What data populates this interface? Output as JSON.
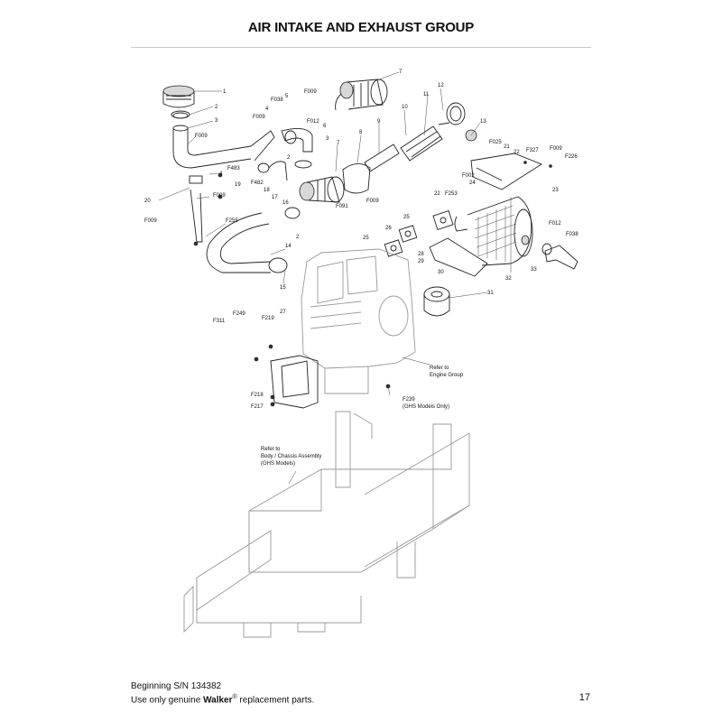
{
  "page": {
    "title": "AIR INTAKE AND EXHAUST GROUP",
    "footer_line1": "Beginning S/N 134382",
    "footer_line2_prefix": "Use only genuine ",
    "footer_brand": "Walker",
    "footer_reg": "®",
    "footer_line2_suffix": " replacement parts.",
    "page_number": "17"
  },
  "callouts": {
    "c1": "1",
    "c2a": "2",
    "c3a": "3",
    "cF009a": "F009",
    "c4a": "4",
    "cF483": "F483",
    "c19": "19",
    "c20": "20",
    "cF009b": "F009",
    "cF009c": "F009",
    "cF255": "F255",
    "cF038a": "F038",
    "c5": "5",
    "cF009d": "F009",
    "c4b": "4",
    "cF009e": "F009",
    "cF012a": "F012",
    "c6": "6",
    "c3b": "3",
    "c2b": "2",
    "cF482": "F482",
    "c18": "18",
    "c17": "17",
    "c16": "16",
    "c7a": "7",
    "c7b": "7",
    "c8": "8",
    "cF091": "F091",
    "cF009f": "F009",
    "c9": "9",
    "c10": "10",
    "c11": "11",
    "c12": "12",
    "c13": "13",
    "cF025": "F025",
    "c21": "21",
    "c22a": "22",
    "cF327": "F327",
    "cF009g": "F009",
    "cF226": "F226",
    "cF002": "F002",
    "c24": "24",
    "c23": "23",
    "c22b": "22",
    "cF253": "F253",
    "c26": "26",
    "c25a": "25",
    "c25b": "25",
    "c28": "28",
    "c29": "29",
    "c30": "30",
    "c32": "32",
    "cF012b": "F012",
    "cF038b": "F038",
    "c33": "33",
    "c31": "31",
    "c14": "14",
    "c2c": "2",
    "c15": "15",
    "cF249": "F249",
    "cF219": "F219",
    "c27": "27",
    "cF311": "F311",
    "cF218": "F218",
    "cF217": "F217",
    "cF239": "F239"
  },
  "notes": {
    "engine_ref_1": "Refer to",
    "engine_ref_2": "Engine Group",
    "ghs_note": "(GHS Models Only)",
    "chassis_ref_1": "Refer to",
    "chassis_ref_2": "Body / Chassis Assembly",
    "chassis_ref_3": "(GHS Models)"
  }
}
